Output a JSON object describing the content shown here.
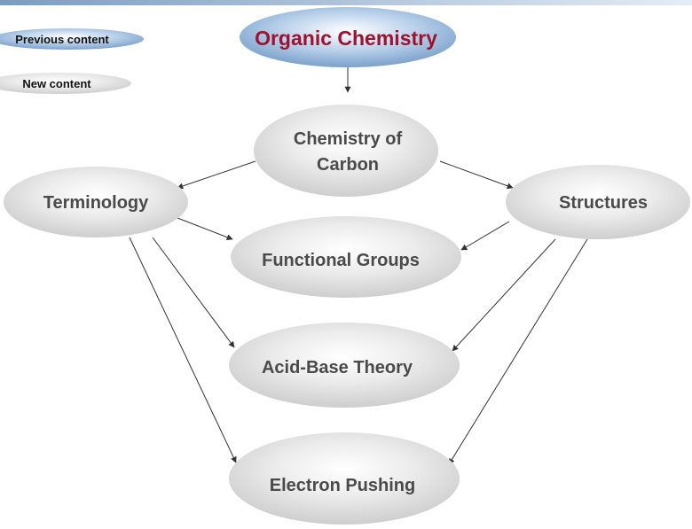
{
  "legend": {
    "previous_label": "Previous content",
    "new_label": "New content"
  },
  "nodes": {
    "organic_chemistry": "Organic Chemistry",
    "chemistry_of_carbon_line1": "Chemistry of",
    "chemistry_of_carbon_line2": "Carbon",
    "terminology": "Terminology",
    "structures": "Structures",
    "functional_groups": "Functional Groups",
    "acid_base_theory": "Acid-Base Theory",
    "electron_pushing": "Electron Pushing"
  },
  "colors": {
    "previous_fill": "#8fb4d8",
    "previous_text": "#a0112d",
    "new_fill": "#d4d4d4",
    "new_text": "#4a4a4a",
    "legend_text": "#111111",
    "arrow": "#333333",
    "top_bar": "#7a9cc2"
  }
}
